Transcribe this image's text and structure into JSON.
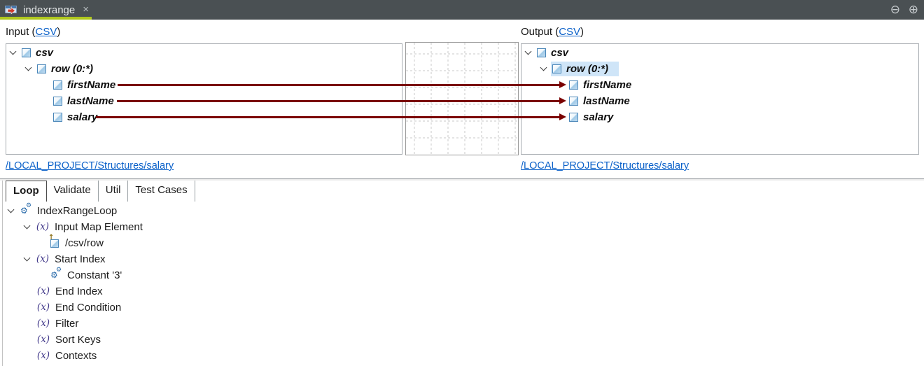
{
  "icons": {
    "gear": "⚙",
    "fx": "(x)",
    "up_mark": "↑",
    "close": "×",
    "zoom_out": "⊖",
    "zoom_in": "⊕"
  },
  "titlebar": {
    "tab_title": "indexrange"
  },
  "colors": {
    "titlebar_bg": "#4a5053",
    "active_tab_underline": "#b0c81e",
    "connection_line": "#7a0000",
    "link_blue": "#0b61c9",
    "selection_highlight": "#cfe5f8",
    "element_icon_blue": "#4a86b8"
  },
  "io": {
    "input_label_prefix": "Input (",
    "input_label_link": "CSV",
    "input_label_suffix": ")",
    "output_label_prefix": "Output (",
    "output_label_link": "CSV",
    "output_label_suffix": ")",
    "input_tree": {
      "root": "csv",
      "row": "row (0:*)",
      "fields": [
        "firstName",
        "lastName",
        "salary"
      ]
    },
    "output_tree": {
      "root": "csv",
      "row": "row (0:*)",
      "fields": [
        "firstName",
        "lastName",
        "salary"
      ]
    },
    "input_path_link": "/LOCAL_PROJECT/Structures/salary",
    "output_path_link": "/LOCAL_PROJECT/Structures/salary"
  },
  "tabs": [
    {
      "label": "Loop",
      "active": true
    },
    {
      "label": "Validate",
      "active": false
    },
    {
      "label": "Util",
      "active": false
    },
    {
      "label": "Test Cases",
      "active": false
    }
  ],
  "loop_tree": [
    {
      "label": "IndexRangeLoop",
      "icon": "gears",
      "level": 0,
      "expanded": true
    },
    {
      "label": "Input Map Element",
      "icon": "fx",
      "level": 1,
      "expanded": true
    },
    {
      "label": "/csv/row",
      "icon": "map-element",
      "level": 2
    },
    {
      "label": "Start Index",
      "icon": "fx",
      "level": 1,
      "expanded": true
    },
    {
      "label": "Constant '3'",
      "icon": "gears",
      "level": 2
    },
    {
      "label": "End Index",
      "icon": "fx",
      "level": 1
    },
    {
      "label": "End Condition",
      "icon": "fx",
      "level": 1
    },
    {
      "label": "Filter",
      "icon": "fx",
      "level": 1
    },
    {
      "label": "Sort Keys",
      "icon": "fx",
      "level": 1
    },
    {
      "label": "Contexts",
      "icon": "fx",
      "level": 1
    }
  ]
}
